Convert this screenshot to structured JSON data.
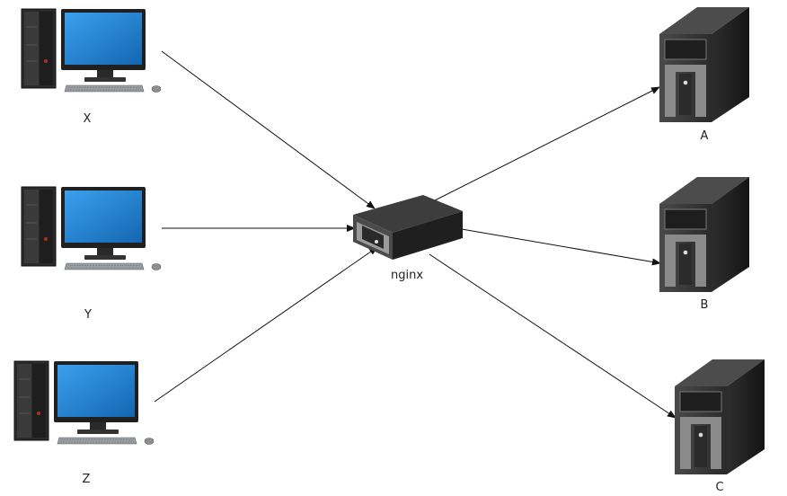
{
  "clients": [
    {
      "name": "X"
    },
    {
      "name": "Y"
    },
    {
      "name": "Z"
    }
  ],
  "proxy": {
    "name": "nginx"
  },
  "servers": [
    {
      "name": "A"
    },
    {
      "name": "B"
    },
    {
      "name": "C"
    }
  ],
  "colors": {
    "screen": "#1f84d4",
    "device_dark": "#2b2b2b",
    "device_light": "#9a9a9a",
    "arrow": "#111111"
  }
}
